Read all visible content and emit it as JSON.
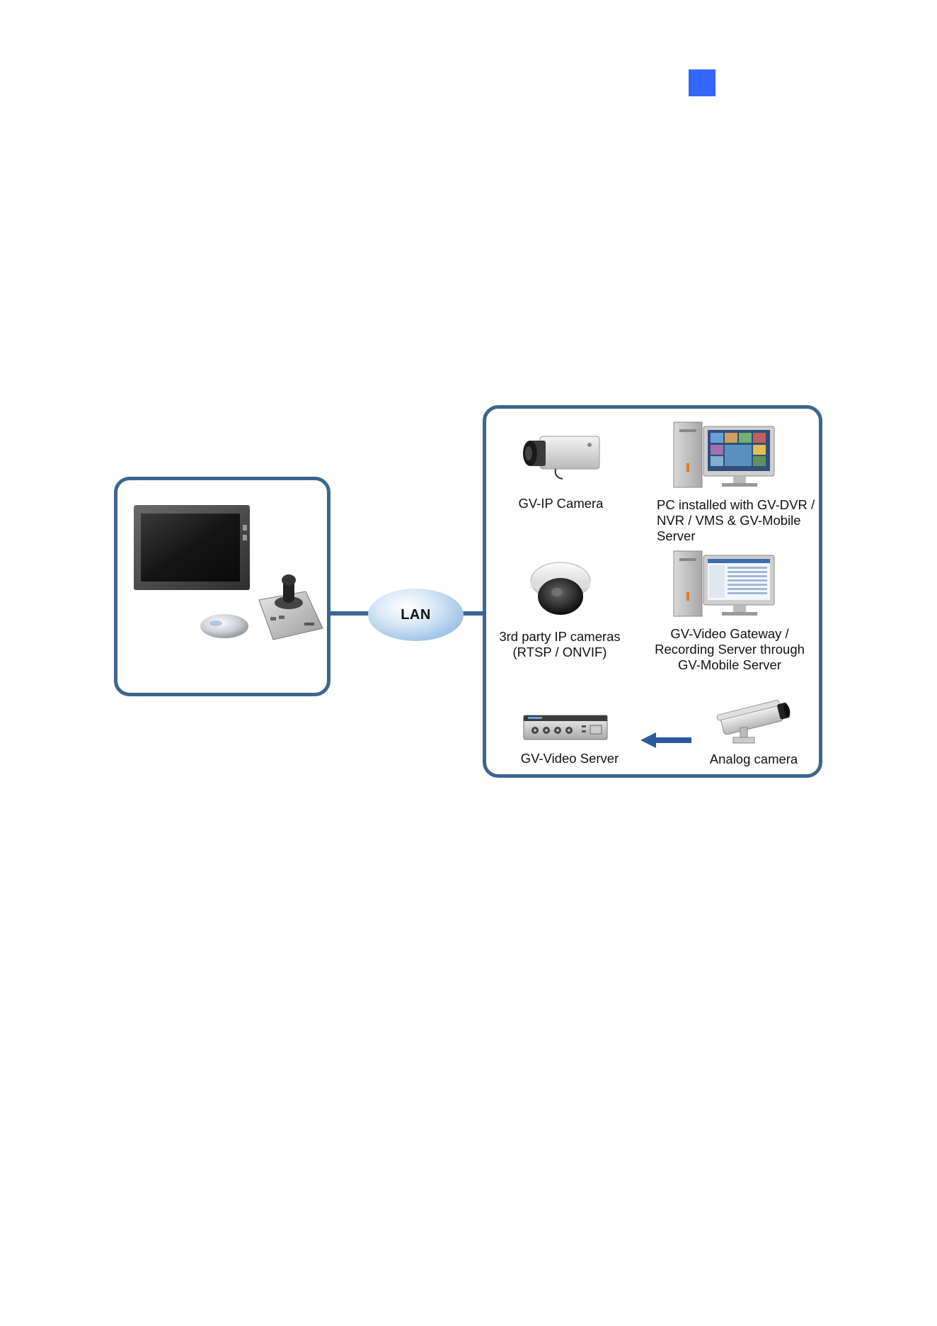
{
  "colors": {
    "marker": "#3366ff",
    "panel_border": "#3d6590",
    "link_line": "#3d6590",
    "arrow": "#2b5a9c"
  },
  "network": {
    "hub_label": "LAN"
  },
  "left_panel": {
    "icons": [
      "monitor-icon",
      "mouse-icon",
      "joystick-keyboard-icon"
    ]
  },
  "right_panel": {
    "devices": [
      {
        "label": "GV-IP Camera",
        "icon": "box-ip-camera-icon"
      },
      {
        "label": "PC installed with GV-DVR /\nNVR / VMS & GV-Mobile\nServer",
        "icon": "pc-monitor-icon"
      },
      {
        "label": "3rd party IP cameras\n(RTSP / ONVIF)",
        "icon": "dome-camera-icon"
      },
      {
        "label": "GV-Video Gateway /\nRecording Server through\nGV-Mobile Server",
        "icon": "pc-server-icon"
      },
      {
        "label": "GV-Video Server",
        "icon": "video-server-icon"
      },
      {
        "label": "Analog camera",
        "icon": "analog-camera-icon"
      }
    ]
  }
}
